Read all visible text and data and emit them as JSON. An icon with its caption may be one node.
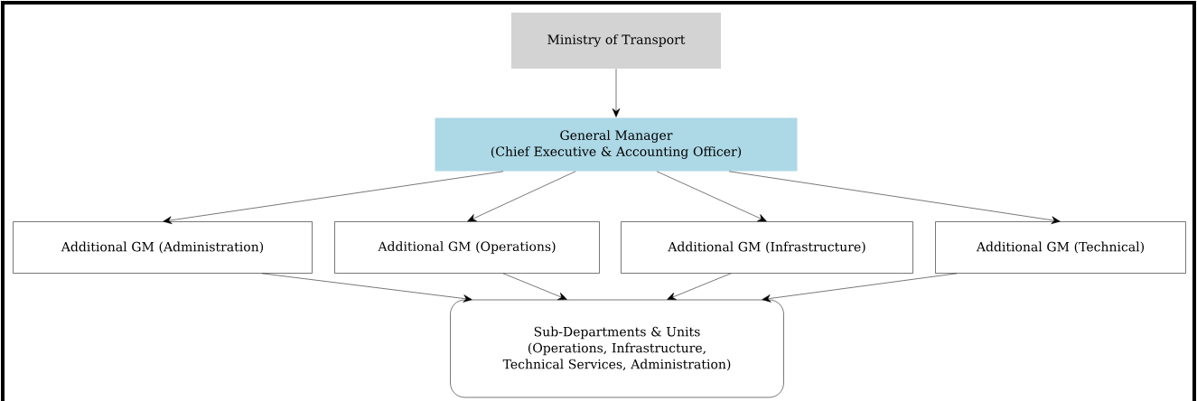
{
  "diagram": {
    "nodes": [
      {
        "text": [
          "Ministry of Transport"
        ]
      },
      {
        "text": [
          "General Manager",
          "(Chief Executive & Accounting Officer)"
        ]
      },
      {
        "text": [
          "Additional GM (Administration)"
        ]
      },
      {
        "text": [
          "Additional GM (Operations)"
        ]
      },
      {
        "text": [
          "Additional GM (Infrastructure)"
        ]
      },
      {
        "text": [
          "Additional GM (Technical)"
        ]
      },
      {
        "text": [
          "Sub-Departments & Units",
          "(Operations, Infrastructure, Technical Services, Administration)"
        ]
      }
    ],
    "edges": [
      {
        "from": 0,
        "to": 1,
        "arrow": "to"
      },
      {
        "from": 1,
        "to": 2,
        "arrow": "to"
      },
      {
        "from": 1,
        "to": 3,
        "arrow": "to"
      },
      {
        "from": 1,
        "to": 4,
        "arrow": "to"
      },
      {
        "from": 1,
        "to": 5,
        "arrow": "to"
      },
      {
        "from": 2,
        "to": 6,
        "arrow": "to"
      },
      {
        "from": 3,
        "to": 6,
        "arrow": "to"
      },
      {
        "from": 4,
        "to": 6,
        "arrow": "to"
      },
      {
        "from": 5,
        "to": 6,
        "arrow": "to"
      }
    ]
  }
}
